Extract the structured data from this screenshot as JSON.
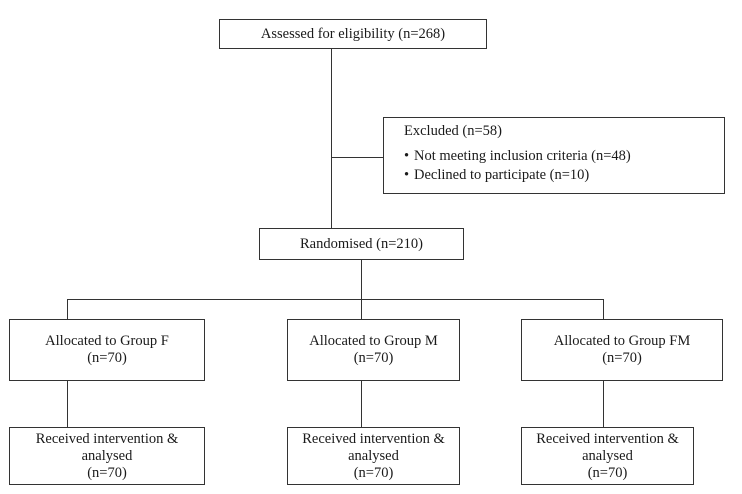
{
  "assessed": "Assessed for eligibility (n=268)",
  "excluded": {
    "title": "Excluded (n=58)",
    "reasons": [
      "Not meeting inclusion criteria (n=48)",
      "Declined to participate (n=10)"
    ]
  },
  "randomised": "Randomised (n=210)",
  "groups": [
    {
      "allocated": "Allocated to Group F",
      "allocated_n": "(n=70)",
      "received": "Received intervention &",
      "received_2": "analysed",
      "received_n": "(n=70)"
    },
    {
      "allocated": "Allocated to Group M",
      "allocated_n": "(n=70)",
      "received": "Received intervention &",
      "received_2": "analysed",
      "received_n": "(n=70)"
    },
    {
      "allocated": "Allocated to Group FM",
      "allocated_n": "(n=70)",
      "received": "Received intervention &",
      "received_2": "analysed",
      "received_n": "(n=70)"
    }
  ]
}
